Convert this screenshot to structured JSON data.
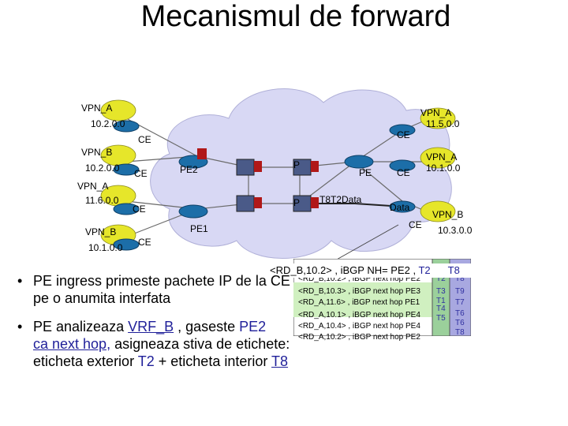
{
  "title": "Mecanismul de forward",
  "network": {
    "sites": [
      {
        "name": "VPN_A",
        "prefix": "10.2.0.0"
      },
      {
        "name": "VPN_B",
        "prefix": "10.2.0.0"
      },
      {
        "name": "VPN_A",
        "prefix": "11.6.0.0"
      },
      {
        "name": "VPN_B",
        "prefix": "10.1.0.0"
      },
      {
        "name": "VPN_A",
        "prefix": "11.5.0.0"
      },
      {
        "name": "VPN_A",
        "prefix": "10.1.0.0"
      },
      {
        "name": "VPN_B",
        "prefix": "10.3.0.0"
      }
    ],
    "ce": "CE",
    "pe": "PE",
    "pe1": "PE1",
    "pe2": "PE2",
    "p": "P",
    "packet_labels": "T8T2Data",
    "data": "Data"
  },
  "popup": {
    "route": "<RD_B,10.2> , iBGP NH= PE2 , ",
    "t1": "T2",
    "t2": "T8"
  },
  "vrf_table": {
    "rows": [
      "<RD_B,10.2> , iBGP next hop PE2",
      "<RD_B,10.3> , iBGP next hop PE3",
      "<RD_A,11.6> , iBGP next hop PE1",
      "<RD_A,10.1> , iBGP next hop PE4",
      "<RD_A,10.4> , iBGP next hop PE4",
      "<RD_A,10.2> , iBGP next hop PE2"
    ],
    "col1": [
      "T2",
      "T3",
      "T1",
      "T4",
      "T5"
    ],
    "col2": [
      "T8",
      "T9",
      "T7",
      "T6",
      "T6",
      "T8"
    ]
  },
  "bullets": {
    "b1": "PE ingress primeste pachete IP de la CE pe o anumita interfata",
    "b2_a": "PE analizeaza ",
    "b2_vrf": "VRF_B",
    "b2_b": " , gaseste ",
    "b2_pe2": "PE2",
    "b2_nh": "ca next hop,",
    "b2_c": "  asigneaza stiva de etichete:",
    "b2_d": " eticheta exterior ",
    "b2_t2": "T2",
    "b2_plus": " + ",
    "b2_e": "eticheta interior ",
    "b2_t8": "T8"
  },
  "colors": {
    "cloud": "#d8d8f4",
    "site": "#e6e62a",
    "router": "#1c6ea8",
    "lsr": "#4a5a88",
    "pe_icon": "#b01818"
  }
}
